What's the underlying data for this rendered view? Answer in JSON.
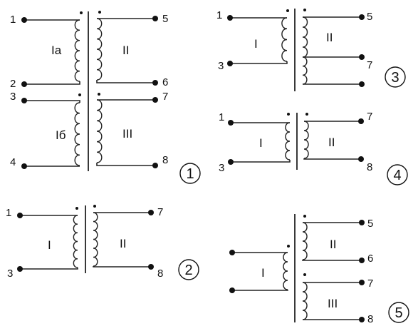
{
  "diagrams": [
    {
      "id": "1",
      "label": "1",
      "pins": [
        "1",
        "2",
        "3",
        "4",
        "5",
        "6",
        "7",
        "8"
      ],
      "windings": [
        "Ia",
        "II",
        "Iб",
        "III"
      ]
    },
    {
      "id": "2",
      "label": "2",
      "pins": [
        "1",
        "3",
        "7",
        "8"
      ],
      "windings": [
        "I",
        "II"
      ]
    },
    {
      "id": "3",
      "label": "3",
      "pins": [
        "1",
        "3",
        "5",
        "7"
      ],
      "windings": [
        "I",
        "II"
      ]
    },
    {
      "id": "4",
      "label": "4",
      "pins": [
        "1",
        "3",
        "7",
        "8"
      ],
      "windings": [
        "I",
        "II"
      ]
    },
    {
      "id": "5",
      "label": "5",
      "pins": [
        "5",
        "6",
        "7",
        "8"
      ],
      "windings": [
        "I",
        "II",
        "III"
      ]
    }
  ]
}
